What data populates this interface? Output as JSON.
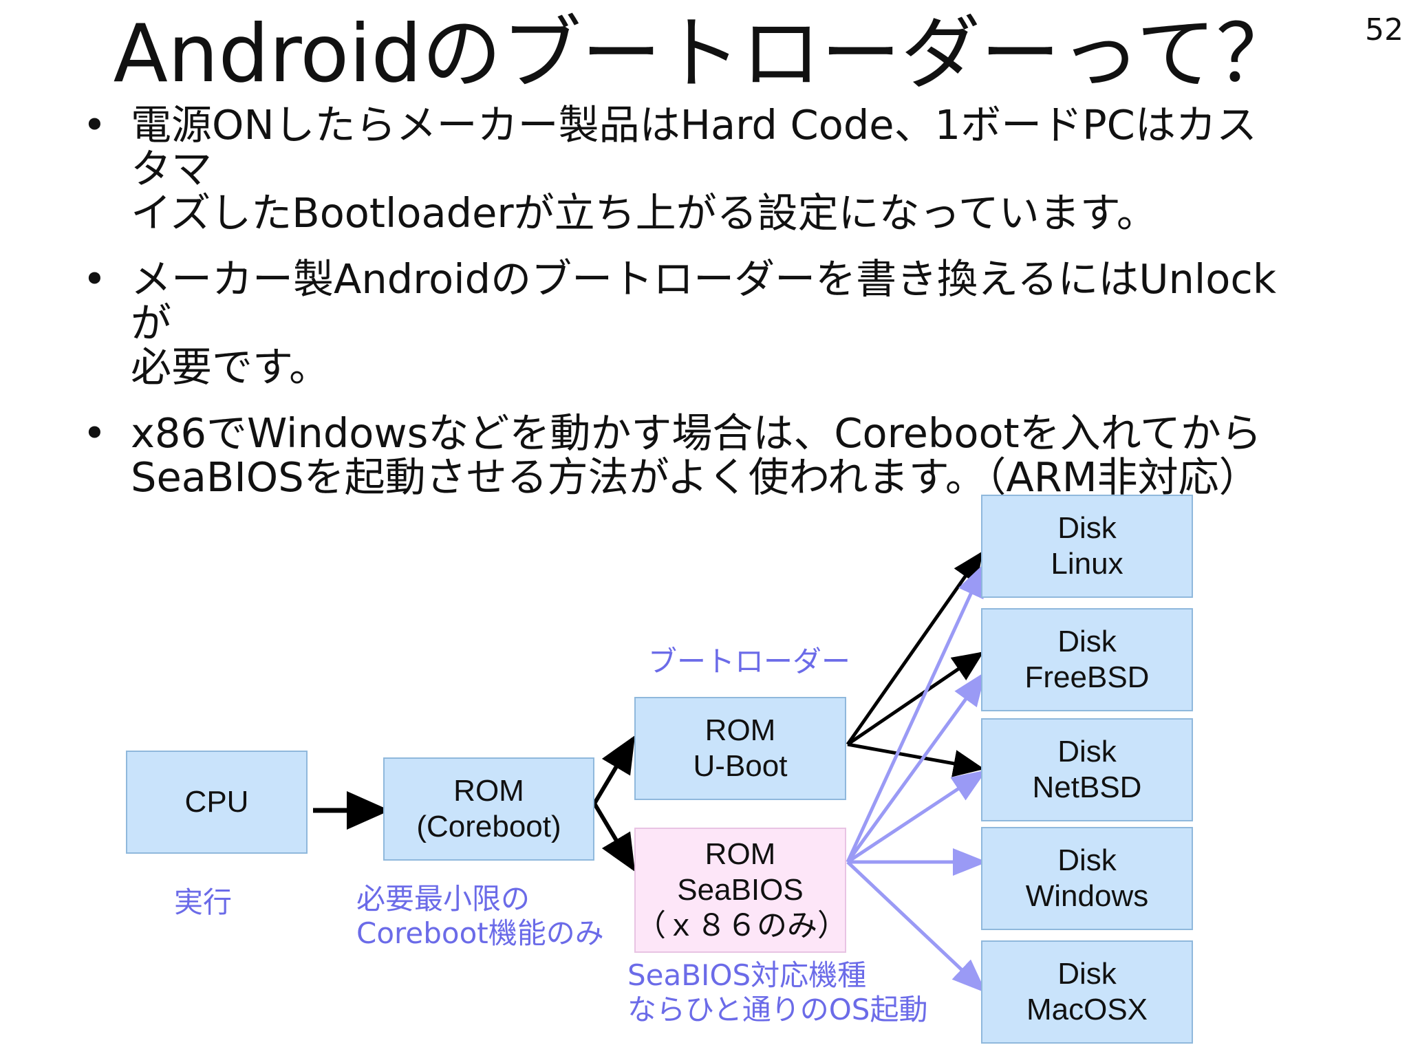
{
  "page_number": "52",
  "title": "Androidのブートローダーって？",
  "bullets": [
    "電源ONしたらメーカー製品はHard Code、1ボードPCはカスタマ\nイズしたBootloaderが立ち上がる設定になっています。",
    "メーカー製Androidのブートローダーを書き換えるにはUnlockが\n必要です。",
    "x86でWindowsなどを動かす場合は、Corebootを入れてから\nSeaBIOSを起動させる方法がよく使われます。（ARM非対応）"
  ],
  "diagram": {
    "nodes": {
      "cpu": {
        "line1": "CPU"
      },
      "coreboot": {
        "line1": "ROM",
        "line2": "(Coreboot)"
      },
      "uboot": {
        "line1": "ROM",
        "line2": "U-Boot"
      },
      "seabios": {
        "line1": "ROM",
        "line2": "SeaBIOS",
        "line3": "（ｘ８６のみ）"
      },
      "linux": {
        "line1": "Disk",
        "line2": "Linux"
      },
      "freebsd": {
        "line1": "Disk",
        "line2": "FreeBSD"
      },
      "netbsd": {
        "line1": "Disk",
        "line2": "NetBSD"
      },
      "windows": {
        "line1": "Disk",
        "line2": "Windows"
      },
      "macosx": {
        "line1": "Disk",
        "line2": "MacOSX"
      }
    },
    "notes": {
      "run": "実行",
      "coreboot_line1": "必要最小限の",
      "coreboot_line2": "Coreboot機能のみ",
      "bootloader": "ブートローダー",
      "seabios_line1": "SeaBIOS対応機種",
      "seabios_line2": "ならひと通りのOS起動"
    },
    "colors": {
      "box_fill": "#c9e3fb",
      "seabios_fill": "#fde6f8",
      "black_arrow": "#000000",
      "purple_arrow": "#9a9af5",
      "note_text": "#6b6be8"
    }
  }
}
